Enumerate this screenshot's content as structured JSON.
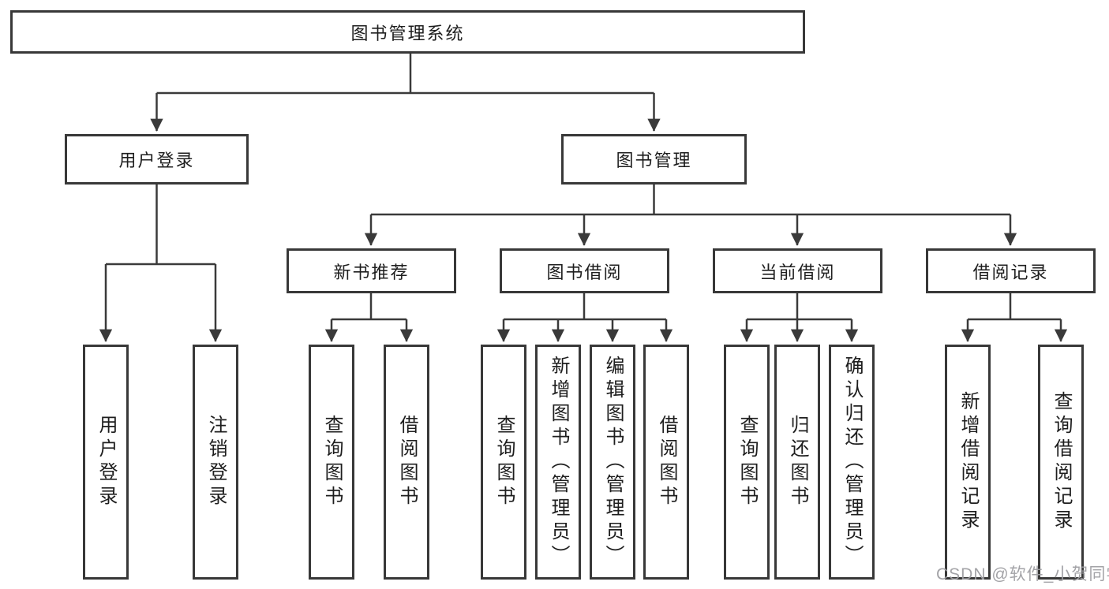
{
  "tree": {
    "label": "图书管理系统",
    "children": [
      {
        "label": "用户登录",
        "children": [
          {
            "label": "用户登录"
          },
          {
            "label": "注销登录"
          }
        ]
      },
      {
        "label": "图书管理",
        "children": [
          {
            "label": "新书推荐",
            "children": [
              {
                "label": "查询图书"
              },
              {
                "label": "借阅图书"
              }
            ]
          },
          {
            "label": "图书借阅",
            "children": [
              {
                "label": "查询图书"
              },
              {
                "label": "新增图书（管理员）"
              },
              {
                "label": "编辑图书（管理员）"
              },
              {
                "label": "借阅图书"
              }
            ]
          },
          {
            "label": "当前借阅",
            "children": [
              {
                "label": "查询图书"
              },
              {
                "label": "归还图书"
              },
              {
                "label": "确认归还（管理员）"
              }
            ]
          },
          {
            "label": "借阅记录",
            "children": [
              {
                "label": "新增借阅记录"
              },
              {
                "label": "查询借阅记录"
              }
            ]
          }
        ]
      }
    ]
  },
  "watermark": {
    "text": "CSDN @软件_小贺同学"
  },
  "colors": {
    "line": "#3a3a3a",
    "box_border": "#383838",
    "text": "#1e1e1e",
    "watermark": "#9e9ea2",
    "background": "#ffffff"
  }
}
